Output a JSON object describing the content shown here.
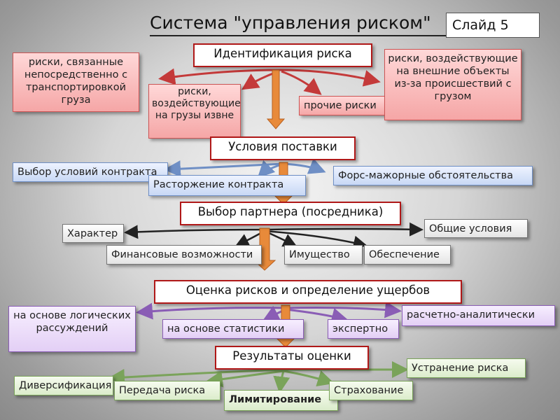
{
  "title": "Система \"управления риском\"",
  "slide_label": "Слайд 5",
  "sections": {
    "identification": {
      "heading": "Идентификация риска",
      "items": [
        "риски, связанные непосредственно с транспортировкой груза",
        "риски, воздействующие на грузы извне",
        "прочие риски",
        "риски, воздействующие на внешние объекты из-за происшествий с грузом"
      ]
    },
    "delivery": {
      "heading": "Условия поставки",
      "items": [
        "Выбор условий контракта",
        "Расторжение контракта",
        "Форс-мажорные обстоятельства"
      ]
    },
    "partner": {
      "heading": "Выбор партнера (посредника)",
      "items": [
        "Характер",
        "Финансовые возможности",
        "Имущество",
        "Обеспечение",
        "Общие условия"
      ]
    },
    "assessment": {
      "heading": "Оценка рисков и определение ущербов",
      "items": [
        "на основе логических рассуждений",
        "на основе статистики",
        "экспертно",
        "расчетно-аналитически"
      ]
    },
    "results": {
      "heading": "Результаты оценки",
      "items": [
        "Диверсификация",
        "Передача риска",
        "Лимитирование",
        "Страхование",
        "Устранение риска"
      ]
    }
  },
  "colors": {
    "heading_border": "#b01818",
    "identification": "#f5a6a6",
    "delivery": "#c8d8f5",
    "partner": "#e4e4e4",
    "assessment": "#e3cff5",
    "results": "#dbeccb",
    "main_arrow": "#e88a3a"
  }
}
